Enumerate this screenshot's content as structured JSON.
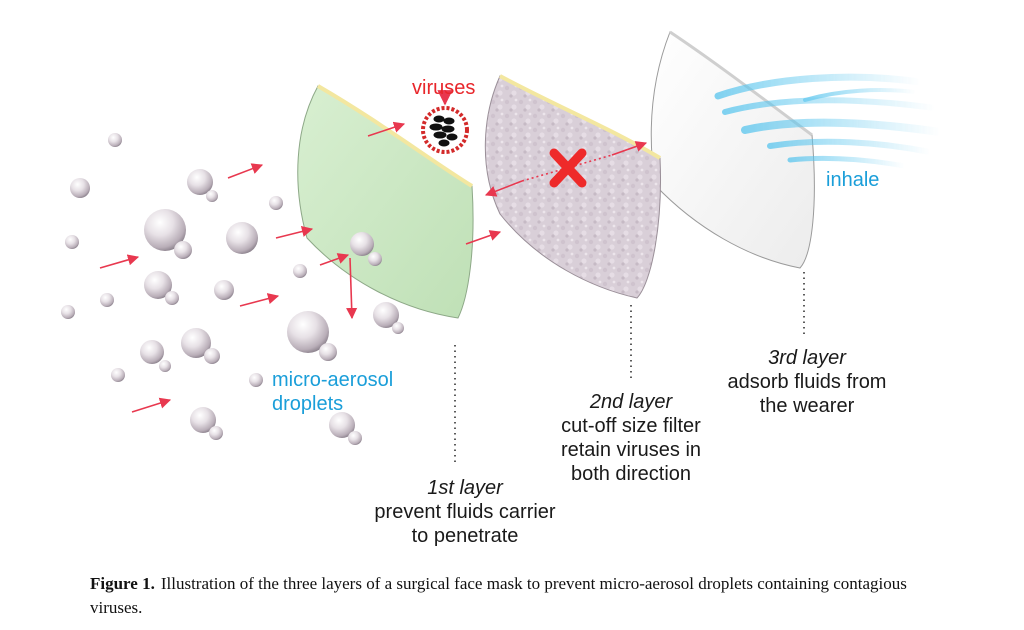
{
  "labels": {
    "viruses": "viruses",
    "inhale": "inhale",
    "droplets_line1": "micro-aerosol",
    "droplets_line2": "droplets",
    "layer1": {
      "title": "1st layer",
      "line1": "prevent fluids carrier",
      "line2": "to penetrate"
    },
    "layer2": {
      "title": "2nd layer",
      "line1": "cut-off size filter",
      "line2": "retain viruses in",
      "line3": "both direction"
    },
    "layer3": {
      "title": "3rd layer",
      "line1": "adsorb fluids from",
      "line2": "the wearer"
    }
  },
  "caption": {
    "label": "Figure 1.",
    "text": "Illustration of the three layers of a surgical face mask to prevent micro-aerosol droplets containing contagious viruses."
  },
  "colors": {
    "arrow": "#e8384f",
    "layer1_fill": "#cce6c4",
    "layer2_fill": "#dcd2da",
    "layer3_fill": "#f7f7f7",
    "edge": "#f3e7a0",
    "text_blue": "#1a9ed9",
    "text_red": "#e8262b"
  },
  "icons": [
    "droplet-icon",
    "virus-icon",
    "blocked-x-icon",
    "arrow-icon",
    "airflow-icon"
  ]
}
